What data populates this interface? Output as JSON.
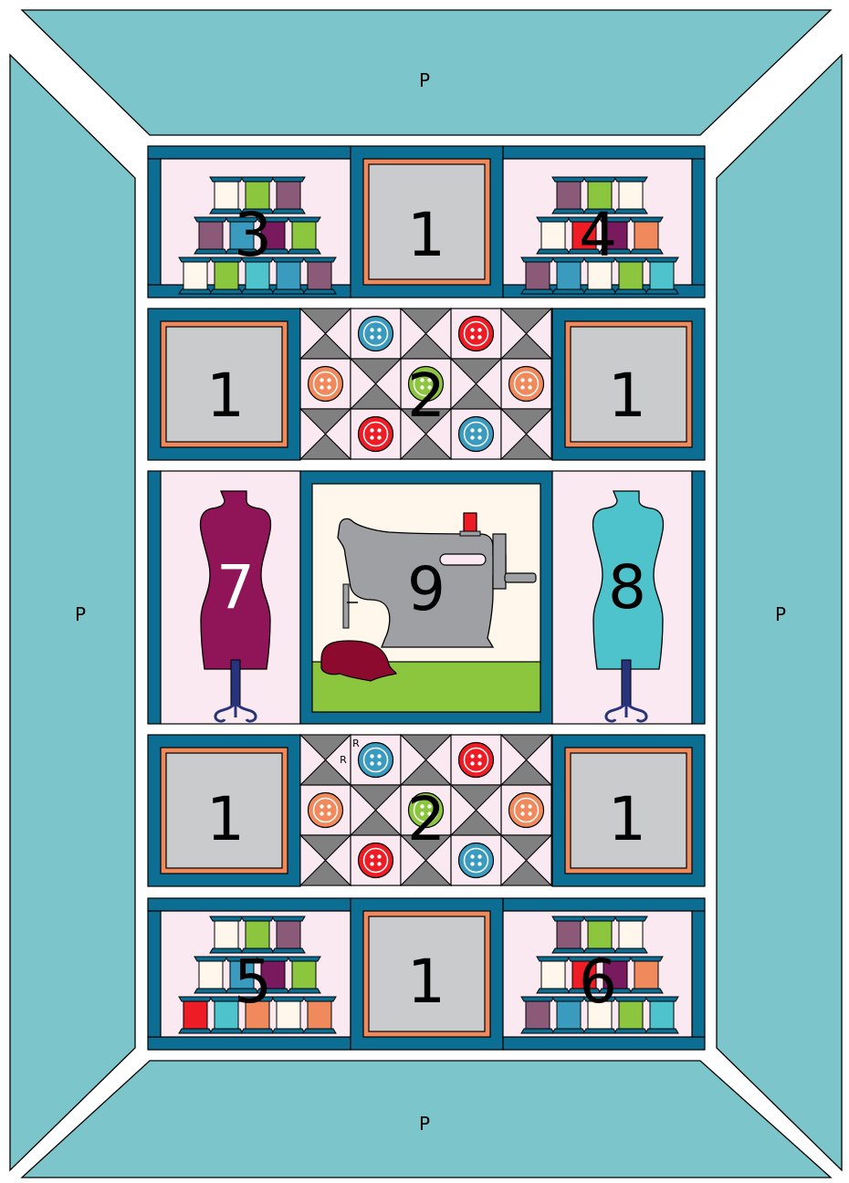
{
  "colors": {
    "teal_light": "#7cc6cb",
    "teal_dark": "#0b6e92",
    "pink_bg": "#fbe9f1",
    "grey_fill": "#c9cbcd",
    "coral": "#f08a5d",
    "dark_grey": "#808080",
    "cream": "#fff7ec",
    "white": "#ffffff"
  },
  "spool_colors": {
    "cream": "#fff7ec",
    "mauve": "#8a5a78",
    "green": "#8cc63f",
    "teal": "#3a9bbf",
    "plum": "#7a1a5e",
    "cyan": "#4fc3cc",
    "red": "#ee1c25",
    "coral": "#f08a5d"
  },
  "button_colors": {
    "blue": "#3a9bbf",
    "red": "#ee1c25",
    "coral": "#f08a5d",
    "green": "#8cc63f"
  },
  "borders": {
    "top": "P",
    "bottom": "P",
    "left": "P",
    "right": "P"
  },
  "blocks": {
    "spool_top_left": "3",
    "spool_top_right": "4",
    "spool_bottom_left": "5",
    "spool_bottom_right": "6",
    "grey_block": "1",
    "button_block": "2",
    "dress_form_left": "7",
    "dress_form_right": "8",
    "sewing_machine": "9",
    "corner_mark": "R"
  },
  "dress_colors": {
    "left": "#8f1458",
    "right": "#4fc3cc",
    "stand": "#27337a"
  },
  "machine_colors": {
    "body": "#9ea0a3",
    "ground": "#8cc63f",
    "fabric": "#8b0a2e",
    "spool": "#ee1c25"
  },
  "spool_patterns": {
    "spool_top_left": [
      [
        "cream",
        "green",
        "mauve"
      ],
      [
        "mauve",
        "teal",
        "plum",
        "green"
      ],
      [
        "cream",
        "green",
        "cyan",
        "teal",
        "mauve"
      ]
    ],
    "spool_top_right": [
      [
        "mauve",
        "green",
        "cream"
      ],
      [
        "cream",
        "red",
        "plum",
        "coral"
      ],
      [
        "mauve",
        "teal",
        "cream",
        "green",
        "cyan"
      ]
    ],
    "spool_bottom_left": [
      [
        "cream",
        "green",
        "mauve"
      ],
      [
        "cream",
        "teal",
        "plum",
        "green"
      ],
      [
        "red",
        "cyan",
        "coral",
        "cream",
        "coral"
      ]
    ],
    "spool_bottom_right": [
      [
        "mauve",
        "green",
        "cream"
      ],
      [
        "cream",
        "red",
        "plum",
        "coral"
      ],
      [
        "mauve",
        "teal",
        "cream",
        "green",
        "cyan"
      ]
    ]
  },
  "button_layout": {
    "row1": [
      "blue",
      "red"
    ],
    "row2": [
      "coral",
      "green",
      "coral"
    ],
    "row3": [
      "red",
      "blue"
    ]
  }
}
